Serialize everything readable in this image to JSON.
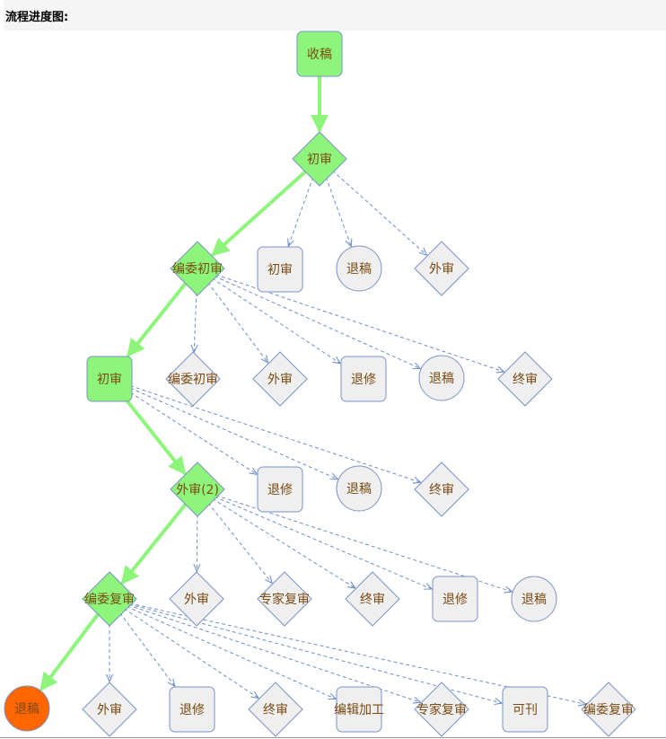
{
  "header": {
    "title": "流程进度图:"
  },
  "colors": {
    "active_fill": "#8df57a",
    "inactive_fill": "#f0efef",
    "current_fill": "#ff6600",
    "border": "#7a93c8",
    "main_arrow": "#8df57a",
    "side_arrow": "#6f8ec8",
    "label": "#7a4a12"
  },
  "nodes": [
    {
      "id": "n1",
      "label": "收稿",
      "shape": "rounded",
      "state": "active"
    },
    {
      "id": "n2",
      "label": "初审",
      "shape": "diamond",
      "state": "active"
    },
    {
      "id": "n3",
      "label": "编委初审",
      "shape": "diamond",
      "state": "active"
    },
    {
      "id": "n4",
      "label": "初审",
      "shape": "rounded",
      "state": "inactive"
    },
    {
      "id": "n5",
      "label": "退稿",
      "shape": "circle",
      "state": "inactive"
    },
    {
      "id": "n6",
      "label": "外审",
      "shape": "diamond",
      "state": "inactive"
    },
    {
      "id": "n7",
      "label": "初审",
      "shape": "rounded",
      "state": "active"
    },
    {
      "id": "n8",
      "label": "编委初审",
      "shape": "diamond",
      "state": "inactive"
    },
    {
      "id": "n9",
      "label": "外审",
      "shape": "diamond",
      "state": "inactive"
    },
    {
      "id": "n10",
      "label": "退修",
      "shape": "rounded",
      "state": "inactive"
    },
    {
      "id": "n11",
      "label": "退稿",
      "shape": "circle",
      "state": "inactive"
    },
    {
      "id": "n12",
      "label": "终审",
      "shape": "diamond",
      "state": "inactive"
    },
    {
      "id": "n13",
      "label": "外审(2)",
      "shape": "diamond",
      "state": "active"
    },
    {
      "id": "n14",
      "label": "退修",
      "shape": "rounded",
      "state": "inactive"
    },
    {
      "id": "n15",
      "label": "退稿",
      "shape": "circle",
      "state": "inactive"
    },
    {
      "id": "n16",
      "label": "终审",
      "shape": "diamond",
      "state": "inactive"
    },
    {
      "id": "n17",
      "label": "编委复审",
      "shape": "diamond",
      "state": "active"
    },
    {
      "id": "n18",
      "label": "外审",
      "shape": "diamond",
      "state": "inactive"
    },
    {
      "id": "n19",
      "label": "专家复审",
      "shape": "diamond",
      "state": "inactive"
    },
    {
      "id": "n20",
      "label": "终审",
      "shape": "diamond",
      "state": "inactive"
    },
    {
      "id": "n21",
      "label": "退修",
      "shape": "rounded",
      "state": "inactive"
    },
    {
      "id": "n22",
      "label": "退稿",
      "shape": "circle",
      "state": "inactive"
    },
    {
      "id": "n23",
      "label": "退稿",
      "shape": "circle",
      "state": "current"
    },
    {
      "id": "n24",
      "label": "外审",
      "shape": "diamond",
      "state": "inactive"
    },
    {
      "id": "n25",
      "label": "退修",
      "shape": "rounded",
      "state": "inactive"
    },
    {
      "id": "n26",
      "label": "终审",
      "shape": "diamond",
      "state": "inactive"
    },
    {
      "id": "n27",
      "label": "编辑加工",
      "shape": "rounded",
      "state": "inactive"
    },
    {
      "id": "n28",
      "label": "专家复审",
      "shape": "diamond",
      "state": "inactive"
    },
    {
      "id": "n29",
      "label": "可刊",
      "shape": "rounded",
      "state": "inactive"
    },
    {
      "id": "n30",
      "label": "编委复审",
      "shape": "diamond",
      "state": "inactive"
    }
  ],
  "edges": [
    {
      "from": "n1",
      "to": "n2",
      "type": "main"
    },
    {
      "from": "n2",
      "to": "n3",
      "type": "main"
    },
    {
      "from": "n2",
      "to": "n4",
      "type": "option"
    },
    {
      "from": "n2",
      "to": "n5",
      "type": "option"
    },
    {
      "from": "n2",
      "to": "n6",
      "type": "option"
    },
    {
      "from": "n3",
      "to": "n7",
      "type": "main"
    },
    {
      "from": "n3",
      "to": "n8",
      "type": "option"
    },
    {
      "from": "n3",
      "to": "n9",
      "type": "option"
    },
    {
      "from": "n3",
      "to": "n10",
      "type": "option"
    },
    {
      "from": "n3",
      "to": "n11",
      "type": "option"
    },
    {
      "from": "n3",
      "to": "n12",
      "type": "option"
    },
    {
      "from": "n7",
      "to": "n13",
      "type": "main"
    },
    {
      "from": "n7",
      "to": "n14",
      "type": "option"
    },
    {
      "from": "n7",
      "to": "n15",
      "type": "option"
    },
    {
      "from": "n7",
      "to": "n16",
      "type": "option"
    },
    {
      "from": "n13",
      "to": "n17",
      "type": "main"
    },
    {
      "from": "n13",
      "to": "n18",
      "type": "option"
    },
    {
      "from": "n13",
      "to": "n19",
      "type": "option"
    },
    {
      "from": "n13",
      "to": "n20",
      "type": "option"
    },
    {
      "from": "n13",
      "to": "n21",
      "type": "option"
    },
    {
      "from": "n13",
      "to": "n22",
      "type": "option"
    },
    {
      "from": "n17",
      "to": "n23",
      "type": "main"
    },
    {
      "from": "n17",
      "to": "n24",
      "type": "option"
    },
    {
      "from": "n17",
      "to": "n25",
      "type": "option"
    },
    {
      "from": "n17",
      "to": "n26",
      "type": "option"
    },
    {
      "from": "n17",
      "to": "n27",
      "type": "option"
    },
    {
      "from": "n17",
      "to": "n28",
      "type": "option"
    },
    {
      "from": "n17",
      "to": "n29",
      "type": "option"
    },
    {
      "from": "n17",
      "to": "n30",
      "type": "option"
    }
  ]
}
